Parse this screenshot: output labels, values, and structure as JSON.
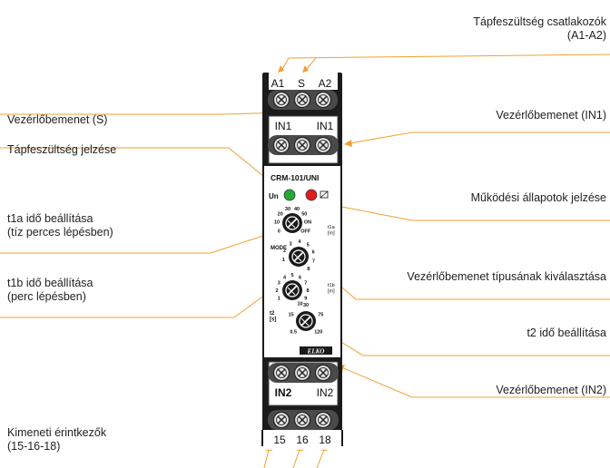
{
  "labels": {
    "power_terminals": "Tápfeszültség csatlakozók\n(A1-A2)",
    "control_input_s": "Vezérlőbemenet (S)",
    "control_input_in1": "Vezérlőbemenet (IN1)",
    "supply_indication": "Tápfeszültség jelzése",
    "operating_states": "Működési állapotok jelzése",
    "t1a_setting": "t1a idő beállítása\n (tíz perces lépésben)",
    "control_input_type": "Vezérlőbemenet típusának kiválasztása",
    "t1b_setting": "t1b idő beállítása\n(perc lépésben)",
    "t2_setting": "t2 idő beállítása",
    "control_input_in2": "Vezérlőbemenet (IN2)",
    "output_contacts": "Kimeneti érintkezők\n(15-16-18)"
  },
  "device": {
    "model": "CRM-101/UNI",
    "brand": "ELKO",
    "top_terminals": [
      "A1",
      "S",
      "A2"
    ],
    "in1_terminals": [
      "IN1",
      "IN1"
    ],
    "in2_terminals": [
      "IN2",
      "IN2"
    ],
    "output_terminals": [
      "15",
      "16",
      "18"
    ],
    "un_label": "Un",
    "un_led_color": "#22aa33",
    "relay_led_color": "#e01c1c",
    "accent_color": "#f0a030",
    "dial_t1a": {
      "scale": [
        "0",
        "10",
        "20",
        "30",
        "40",
        "50",
        "ON",
        "OFF"
      ],
      "tag": "t1a\n[m]"
    },
    "dial_mode": {
      "name": "MODE",
      "scale": [
        "1",
        "2",
        "3",
        "4",
        "5",
        "6",
        "7",
        "8"
      ]
    },
    "dial_t1b": {
      "scale": [
        "1",
        "2",
        "3",
        "4",
        "5",
        "6",
        "7",
        "8",
        "9",
        "10"
      ],
      "tag": "t1b\n[m]"
    },
    "dial_t2": {
      "name": "t2\n[s]",
      "scale": [
        "0.5",
        "15",
        "30",
        "75",
        "120"
      ]
    }
  }
}
